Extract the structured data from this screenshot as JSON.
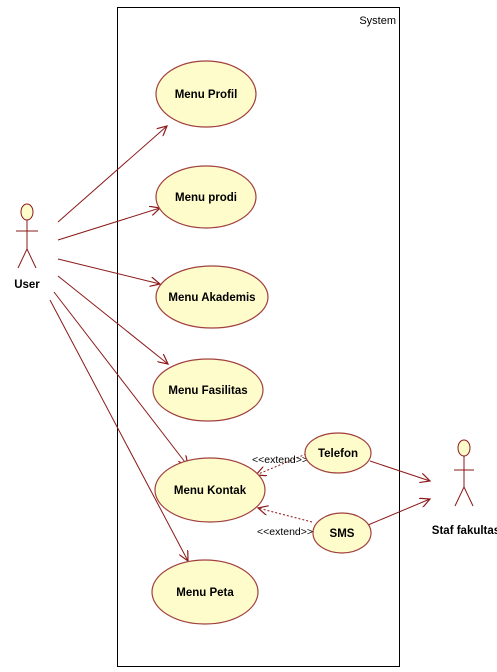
{
  "system": {
    "label": "System"
  },
  "actors": {
    "user": {
      "label": "User"
    },
    "staff": {
      "label": "Staf fakultas"
    }
  },
  "use_cases": {
    "profil": "Menu Profil",
    "prodi": "Menu prodi",
    "akademis": "Menu Akademis",
    "fasilitas": "Menu Fasilitas",
    "kontak": "Menu Kontak",
    "peta": "Menu Peta",
    "telefon": "Telefon",
    "sms": "SMS"
  },
  "relations": {
    "extend_telefon": "<<extend>>",
    "extend_sms": "<<extend>>"
  },
  "colors": {
    "ellipse_fill": "#fefccb",
    "ellipse_stroke": "#a1403f",
    "line": "#8b1a1a",
    "actor_fill": "#fefccb",
    "border": "#000000"
  }
}
